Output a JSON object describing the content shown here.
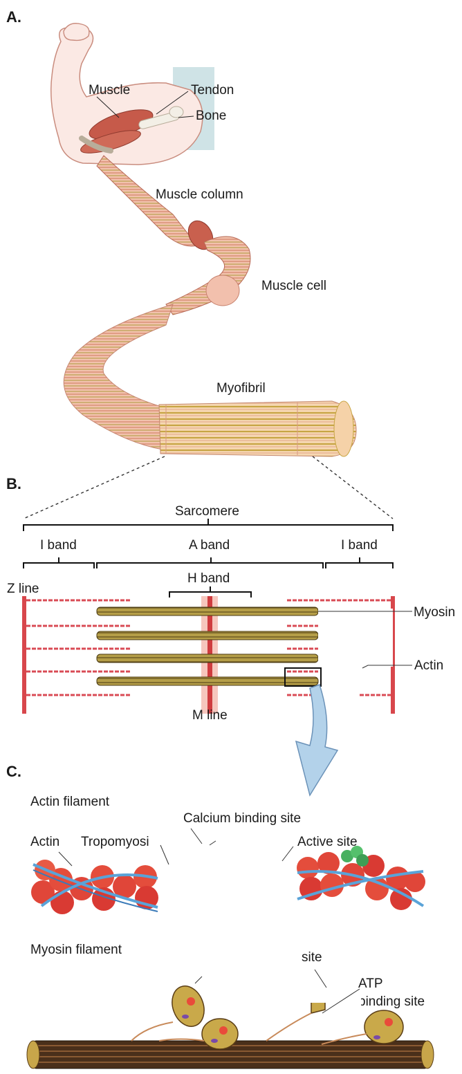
{
  "sections": {
    "a": "A.",
    "b": "B.",
    "c": "C."
  },
  "part_a": {
    "muscle": "Muscle",
    "tendon": "Tendon",
    "bone": "Bone",
    "muscle_column": "Muscle column",
    "muscle_cell": "Muscle cell",
    "myofibril": "Myofibril"
  },
  "part_b": {
    "sarcomere": "Sarcomere",
    "i_band_left": "I band",
    "a_band": "A band",
    "i_band_right": "I band",
    "h_band": "H band",
    "z_line": "Z line",
    "myosin": "Myosin",
    "actin": "Actin",
    "m_line": "M line"
  },
  "part_c": {
    "actin_filament": "Actin filament",
    "calcium_binding_site": "Calcium binding site",
    "actin": "Actin",
    "tropomyosin": "Tropomyosi",
    "active_site": "Active site",
    "myosin_filament": "Myosin filament",
    "site": "site",
    "atp": "ATP",
    "binding_site": "binding site"
  },
  "colors": {
    "muscle_red": "#c9604e",
    "muscle_pink": "#f1b9a6",
    "myofibril_tan": "#f5d3ad",
    "filament_gold": "#b7a24a",
    "actin_red": "#d93a33",
    "tropomyosin_blue": "#5aa3d8",
    "active_site_green": "#48b060",
    "arrow_blue": "#a9cbe6"
  },
  "icons": [
    "flexed-arm-icon",
    "muscle-fiber-bundle-icon",
    "sarcomere-diagram-icon",
    "actin-filament-icon",
    "myosin-filament-icon",
    "down-arrow-icon"
  ]
}
